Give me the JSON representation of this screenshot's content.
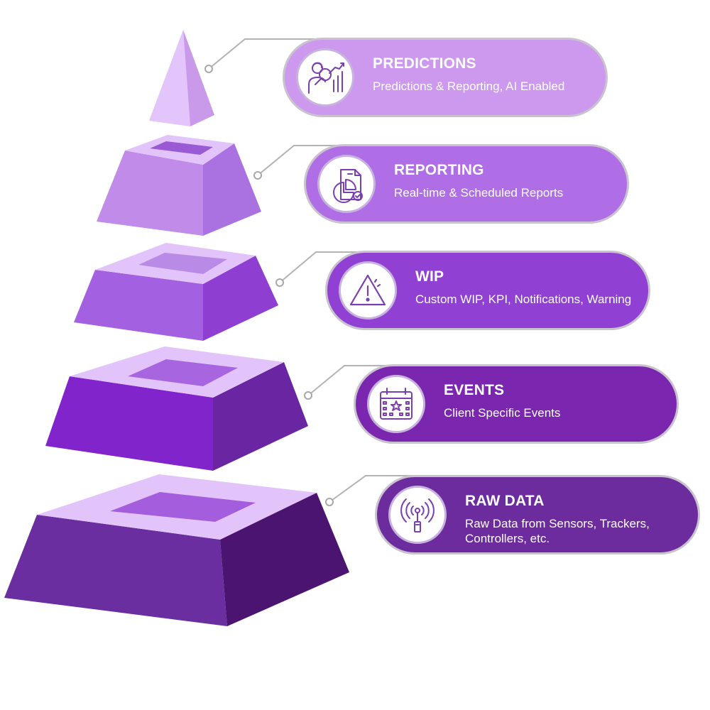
{
  "diagram": {
    "tiers": [
      {
        "id": "predictions",
        "title": "PREDICTIONS",
        "description": "Predictions & Reporting, AI Enabled",
        "icon": "analytics-person-icon",
        "color": "#cc99ee"
      },
      {
        "id": "reporting",
        "title": "REPORTING",
        "description": "Real-time & Scheduled Reports",
        "icon": "report-chart-icon",
        "color": "#b06ee6"
      },
      {
        "id": "wip",
        "title": "WIP",
        "description": "Custom WIP, KPI, Notifications, Warning",
        "icon": "warning-triangle-icon",
        "color": "#9040d2"
      },
      {
        "id": "events",
        "title": "EVENTS",
        "description": "Client Specific Events",
        "icon": "calendar-star-icon",
        "color": "#7a26ae"
      },
      {
        "id": "raw-data",
        "title": "RAW DATA",
        "description": "Raw Data from Sensors, Trackers, Controllers, etc.",
        "icon": "sensor-signal-icon",
        "color": "#6c2c9e"
      }
    ]
  }
}
